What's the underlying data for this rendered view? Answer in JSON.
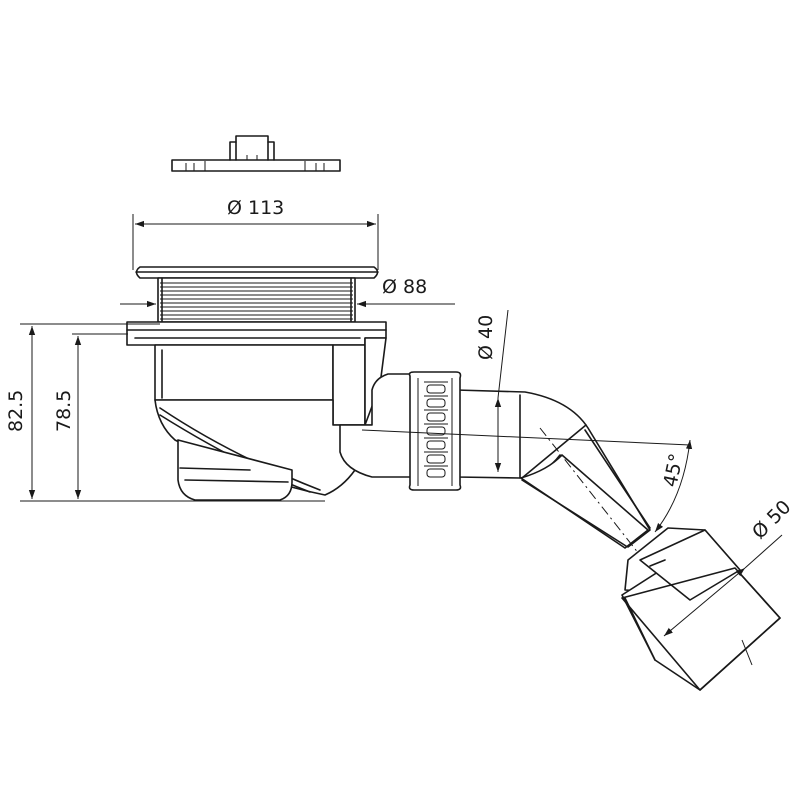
{
  "dimensions": {
    "dia_113": "Ø 113",
    "dia_88": "Ø 88",
    "dia_40": "Ø 40",
    "dia_50": "Ø 50",
    "height_82_5": "82.5",
    "height_78_5": "78.5",
    "angle_45": "45°"
  },
  "colors": {
    "line": "#1a1a1a",
    "background": "#ffffff"
  }
}
